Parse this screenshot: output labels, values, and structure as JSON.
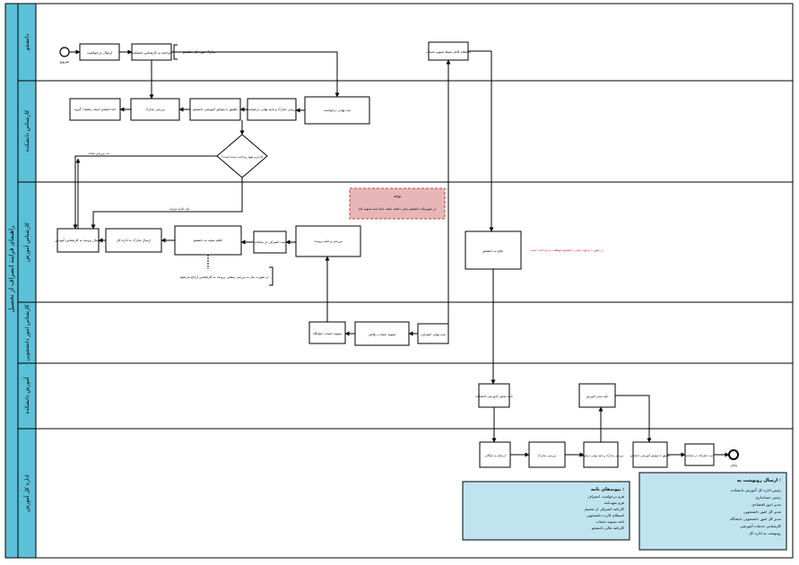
{
  "pool": {
    "title": "راهنمای فرایند انصراف از تحصیل"
  },
  "lanes": [
    {
      "id": "lane-student",
      "label": "دانشجو"
    },
    {
      "id": "lane-faculty-expert",
      "label": "کارشناس دانشکده"
    },
    {
      "id": "lane-education-expert",
      "label": "کارشناس آموزش"
    },
    {
      "id": "lane-student-affairs",
      "label": "کارشناس امور دانشجویی"
    },
    {
      "id": "lane-faculty-education",
      "label": "آموزش دانشکده"
    },
    {
      "id": "lane-general-education",
      "label": "اداره کل آموزش"
    }
  ],
  "events": {
    "start": "شروع",
    "end": "پایان"
  },
  "tasks": {
    "submit_request": "ارسال درخواست",
    "visit_expert": "مراجعه به کارشناس دانشکده",
    "student_notice": "استعلام کامل ضبط تسویه حساب",
    "guide_signature": "اخذ امضای استاد راهنما / گروه",
    "expert_review": "بررسی مدارک",
    "check_docs": "بررسی مدارک و تایید نهایی درخواست",
    "match_student_record": "تطبیق با سوابق آموزشی دانشجو",
    "final_approval": "ثبت نهایی درخواست",
    "notify_student": "اعلام نتیجه به دانشجو",
    "register_leave": "ارسال پرونده به کارشناس آموزش",
    "dorm_clear": "تسویه حساب خوابگاه",
    "student_affairs_final": "ثبت نهایی انصراف",
    "welfare_clear": "تسویه حساب رفاهی",
    "faculty_education_review": "تایید معاون آموزشی دانشکده",
    "general_approval": "تایید مدیر آموزش",
    "record_file": "بررسی و تایید پرونده",
    "final_register": "ثبت انصراف در سامانه",
    "archive_send": "ارسال به بایگانی",
    "final_notice": "ابلاغ به دانشجو",
    "notify_general": "ارسال مدارک به اداره کل"
  },
  "gateway": {
    "label": "آیا فرم تعهد پرداخت شده است؟"
  },
  "notes": {
    "side_note": "مدارک مورد نیاز دانشجو",
    "bottom_note": "در صورت نیاز به بررسی بیشتر، پرونده به کارشناس ارجاع می‌شود",
    "red_side": "در صورت وجود بدهی، دانشجو موظف به پرداخت است",
    "attention_title": "توجه",
    "attention_body": "در صورتیکه دانشجو بدهی داشته باشد، ابتدا باید تسویه کند"
  },
  "flow_labels": {
    "no_path": "نه، بررسی مجدد",
    "yes_path": "بله، ادامه فرایند"
  },
  "legend_left": {
    "title": "پیوندهای نامه :",
    "items": [
      "فرم درخواست انصراف",
      "فرم تعهدنامه",
      "کارنامه انصراف از تحصیل",
      "استعلام کارت دانشجویی",
      "نامه تسویه حساب",
      "کارنامه مالی دانشجو"
    ]
  },
  "legend_right": {
    "title": "ارسال رونوشت به :",
    "items": [
      "رئیس اداره کل آموزش دانشکده",
      "رئیس حسابداری",
      "مدیر امور اقتصادی",
      "مدیر کل امور دانشجویی",
      "مدیر کل امور دانشجویی دانشگاه",
      "کارشناس خدمات آموزشی",
      "رونوشت به اداره کل"
    ]
  },
  "colors": {
    "pool_header": "#5bc0d8",
    "lane_header": "#5bc0d8",
    "legend_bg": "#bfe4ef",
    "attention_bg": "#e8b6b6",
    "attention_border": "#c04040",
    "red_text": "#c03030"
  }
}
